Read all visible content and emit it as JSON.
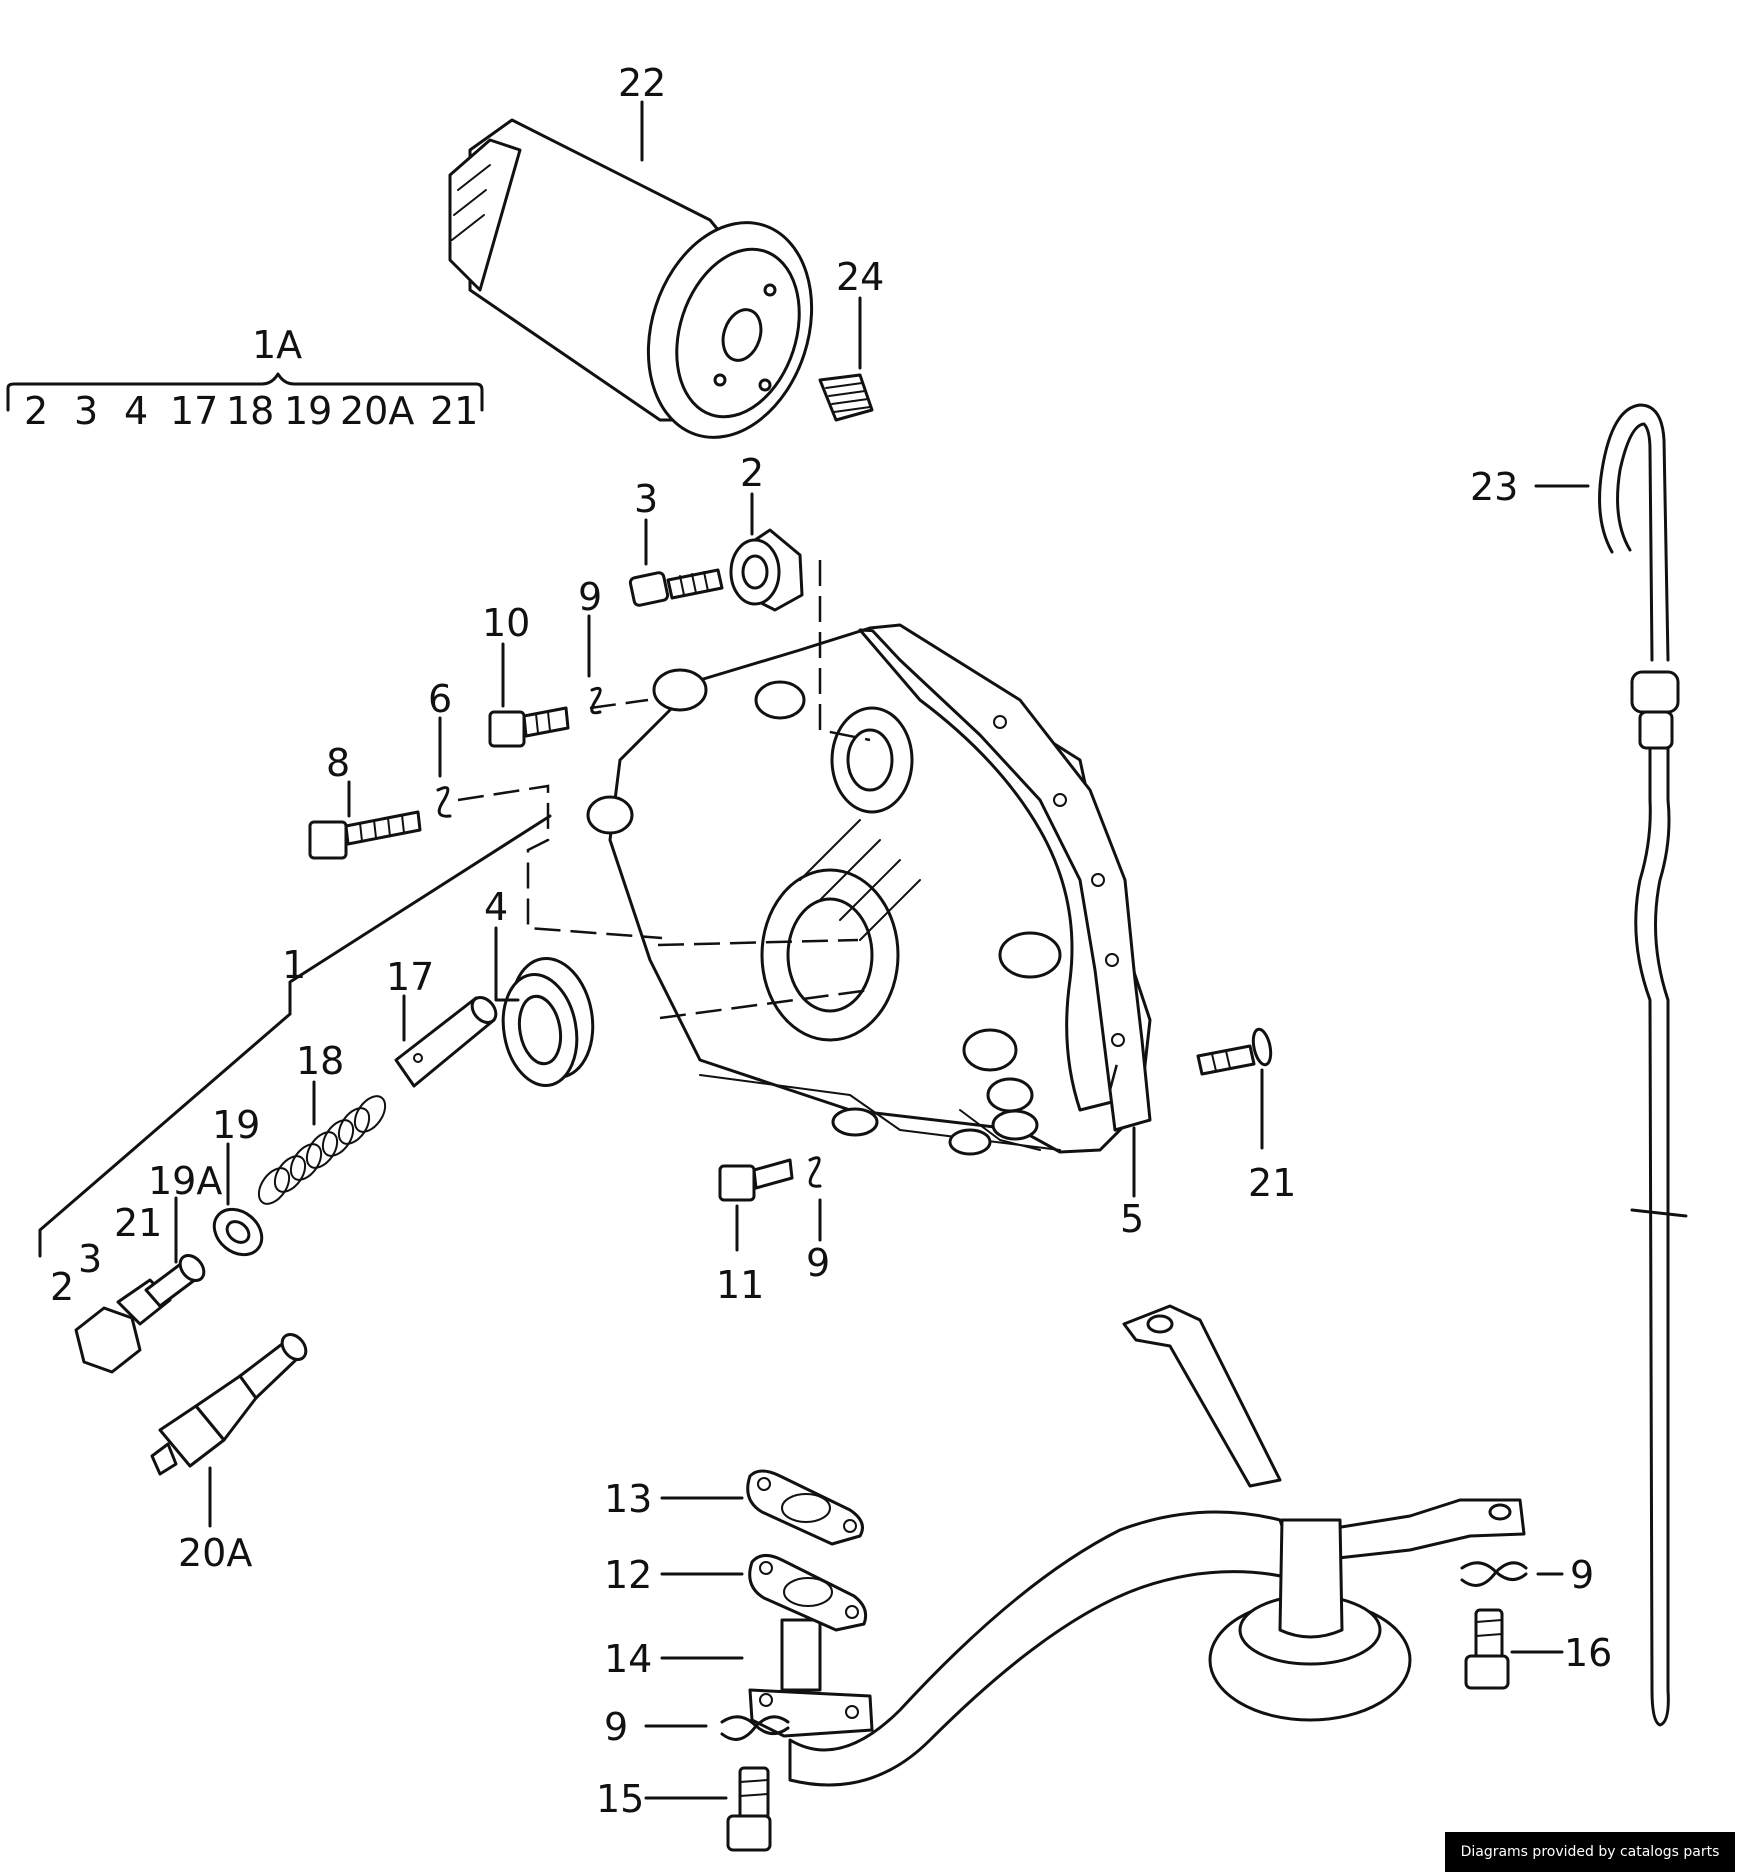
{
  "kit": {
    "title": "1A",
    "items": [
      "2",
      "3",
      "4",
      "17",
      "18",
      "19",
      "20A",
      "21"
    ]
  },
  "callouts": {
    "c22": "22",
    "c24": "24",
    "c23": "23",
    "c3": "3",
    "c2": "2",
    "c10": "10",
    "c9a": "9",
    "c6": "6",
    "c8": "8",
    "c4": "4",
    "c1": "1",
    "c17": "17",
    "c18": "18",
    "c19": "19",
    "c19a": "19A",
    "c21a": "21",
    "c3b": "3",
    "c2b": "2",
    "c20a": "20A",
    "c5": "5",
    "c21": "21",
    "c11": "11",
    "c9b": "9",
    "c13": "13",
    "c12": "12",
    "c14": "14",
    "c9c": "9",
    "c15": "15",
    "c9d": "9",
    "c16": "16"
  },
  "credit": "Diagrams provided by catalogs parts"
}
